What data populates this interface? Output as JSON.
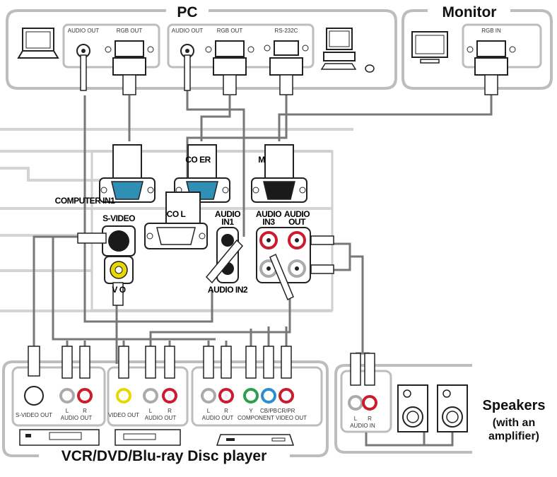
{
  "groups": {
    "pc": "PC",
    "monitor": "Monitor",
    "speakers_line1": "Speakers",
    "speakers_line2": "(with an",
    "speakers_line3": "amplifier)",
    "players": "VCR/DVD/Blu-ray Disc player"
  },
  "pc_ports": {
    "audio_out_1": "AUDIO OUT",
    "rgb_out_1": "RGB OUT",
    "audio_out_2": "AUDIO OUT",
    "rgb_out_2": "RGB OUT",
    "rs232c": "RS-232C"
  },
  "monitor_ports": {
    "rgb_in": "RGB IN"
  },
  "projector_ports": {
    "computer_in1": "COMPUTER IN1",
    "computer_in2_partial": "CO     ER",
    "monitor_out_partial": "M",
    "s_video": "S-VIDEO",
    "control_partial": "CO   L",
    "audio_in1_a": "AUDIO",
    "audio_in1_b": "IN1",
    "audio_in3_a": "AUDIO",
    "audio_in3_b": "IN3",
    "audio_out_a": "AUDIO",
    "audio_out_b": "OUT",
    "video_partial": "V   O",
    "audio_in2": "AUDIO IN2"
  },
  "player_ports": {
    "s_video_out": "S-VIDEO OUT",
    "l1": "L",
    "r1": "R",
    "audio_out_1": "AUDIO OUT",
    "video_out": "VIDEO OUT",
    "l2": "L",
    "r2": "R",
    "audio_out_2": "AUDIO OUT",
    "l3": "L",
    "r3": "R",
    "audio_out_3": "AUDIO OUT",
    "y": "Y",
    "cb_pb": "CB/PB",
    "cr_pr": "CR/PR",
    "component_video_out": "COMPONENT VIDEO OUT"
  },
  "speaker_ports": {
    "l": "L",
    "r": "R",
    "audio_in": "AUDIO IN"
  },
  "colors": {
    "panel_border": "#bdbdbd",
    "blue_port": "#2f8fb5",
    "yellow": "#e8d800",
    "red": "#cc1c2b",
    "green": "#2aa04a",
    "blue": "#2b8fcf"
  }
}
